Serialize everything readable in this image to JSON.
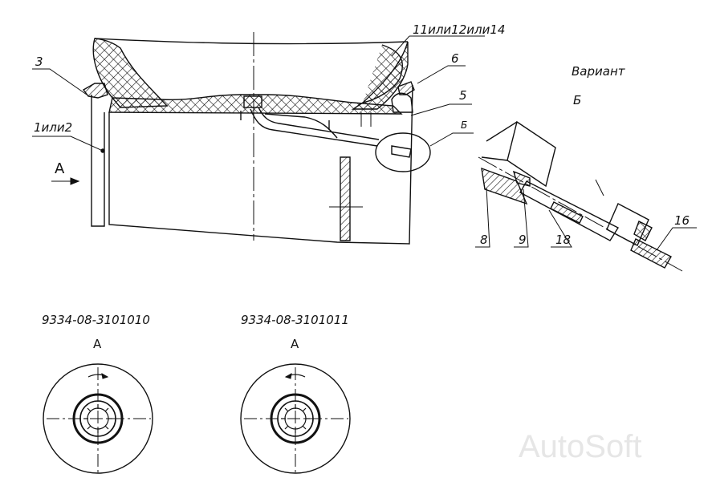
{
  "labels": {
    "part_3": "3",
    "part_1or2": "1или2",
    "part_11or12or14": "11или12или14",
    "part_6": "6",
    "part_5": "5",
    "detail_b_callout": "Б",
    "view_a_arrow": "А",
    "variant_line1": "Вариант",
    "variant_line2": "Б",
    "part_8": "8",
    "part_9": "9",
    "part_18": "18",
    "part_16": "16"
  },
  "views": [
    {
      "code": "9334-08-3101010",
      "view_label": "А",
      "rotation": "clockwise"
    },
    {
      "code": "9334-08-3101011",
      "view_label": "А",
      "rotation": "counterclockwise"
    }
  ],
  "watermark": "AutoSoft",
  "colors": {
    "line": "#111111",
    "hatch": "#111111",
    "watermark": "#e6e6e6"
  }
}
